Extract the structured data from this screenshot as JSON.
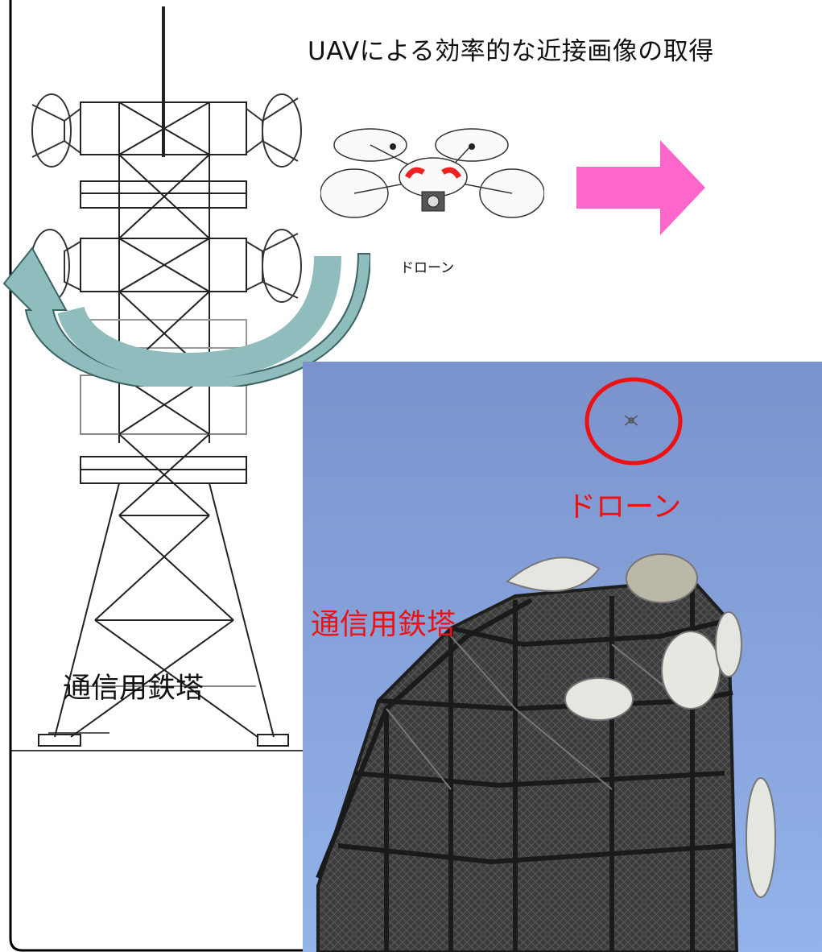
{
  "title": "UAVによる効率的な近接画像の取得",
  "drone_caption": "ドローン",
  "tower_caption": "通信用鉄塔",
  "photo": {
    "drone_label": "ドローン",
    "tower_label": "通信用鉄塔"
  },
  "colors": {
    "arrow_pink": "#ff66cc",
    "curved_arrow": "#7fa9a9",
    "highlight_red": "#ee1111",
    "sky": "#7f9fd8",
    "steel": "#2a2a2a"
  },
  "icons": [
    "drone-icon",
    "curved-arrow-icon",
    "right-arrow-icon",
    "highlight-circle-icon"
  ]
}
